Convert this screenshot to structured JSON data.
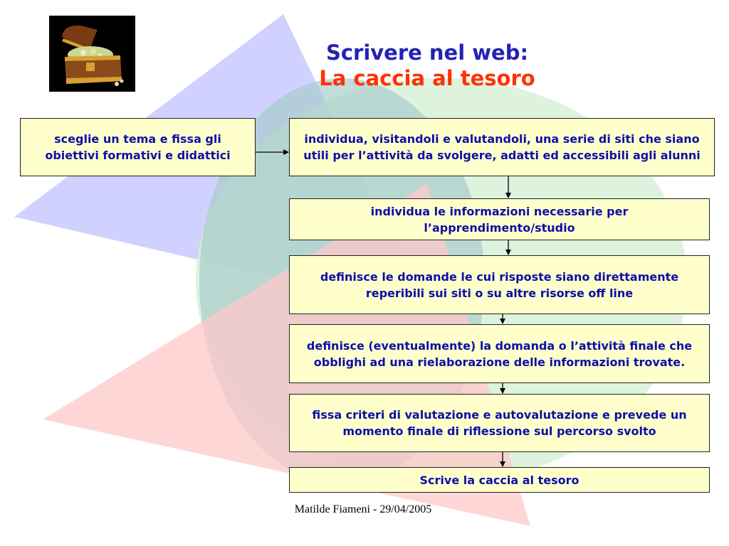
{
  "title": {
    "line1": "Scrivere nel web:",
    "line2": "La caccia al tesoro"
  },
  "logo": {
    "icon": "treasure-chest-icon"
  },
  "steps": [
    {
      "text": "sceglie un tema e fissa gli obiettivi formativi e didattici"
    },
    {
      "text": "individua, visitandoli e valutandoli,  una serie di siti che siano utili per l’attività da svolgere, adatti ed accessibili agli alunni"
    },
    {
      "text": "individua le informazioni necessarie per l’apprendimento/studio"
    },
    {
      "text": "definisce le domande le cui risposte siano direttamente reperibili sui siti o su altre risorse off line"
    },
    {
      "text": "definisce (eventualmente) la domanda o l’attività finale che obblighi ad una rielaborazione delle informazioni trovate."
    },
    {
      "text": "fissa criteri di valutazione e autovalutazione e prevede un momento finale di riflessione sul percorso svolto"
    },
    {
      "text": "Scrive la caccia al tesoro"
    }
  ],
  "footer": {
    "text": "Matilde Fiameni - 29/04/2005"
  },
  "colors": {
    "box_fill": "#ffffcc",
    "box_text": "#0a10a8",
    "title_line1": "#2323b4",
    "title_line2": "#ff3300"
  }
}
